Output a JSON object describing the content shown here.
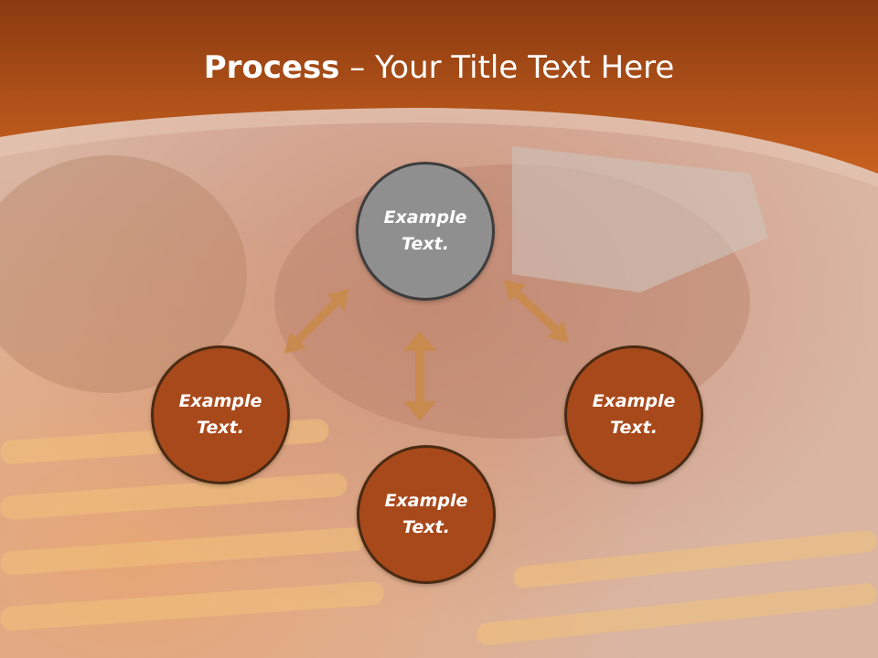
{
  "title": {
    "bold": "Process",
    "rest": " – Your Title Text Here"
  },
  "nodes": [
    {
      "line1": "Example",
      "line2": "Text."
    },
    {
      "line1": "Example",
      "line2": "Text."
    },
    {
      "line1": "Example",
      "line2": "Text."
    },
    {
      "line1": "Example",
      "line2": "Text."
    }
  ],
  "colors": {
    "header": "#c1581d",
    "node_fill": "#a8491b",
    "node_top_fill": "#8f8f8f",
    "arrow": "#c98a50"
  }
}
